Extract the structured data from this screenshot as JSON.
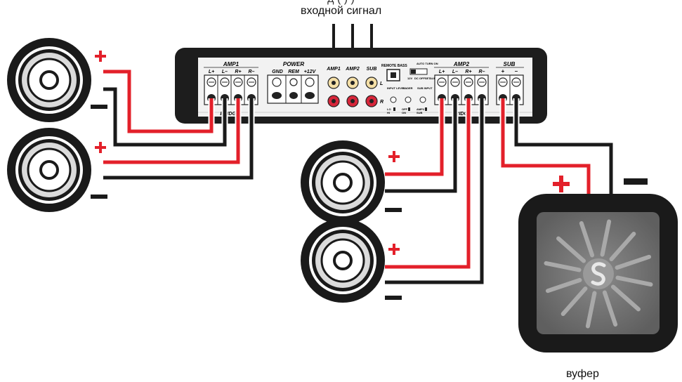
{
  "top_caption": "д                                                (             )                 )",
  "input_caption": "входной сигнал",
  "woofer_caption": "вуфер",
  "amplifier": {
    "power_title": "POWER",
    "power_terminals": [
      "GND",
      "REM",
      "+12V"
    ],
    "rca_labels": [
      "AMP1",
      "AMP2",
      "SUB"
    ],
    "rca_channels": [
      "L",
      "R"
    ],
    "remote_bass_label": "REMOTE BASS",
    "auto_turn_on_label": "AUTO TURN ON",
    "switch_options": [
      "12V",
      "DC OFFSET",
      "AUDIO"
    ],
    "input_level_label": "INPUT LEVEL",
    "fader_label": "FADER",
    "sub_input_label": "SUB INPUT",
    "lo_hi_labels": [
      "LO",
      "HI"
    ],
    "off_on_labels": [
      "OFF",
      "ON"
    ],
    "amp_sub_labels": [
      "AMP2",
      "SUB"
    ],
    "amp1": {
      "title": "AMP1",
      "terminals": [
        "L+",
        "L–",
        "R+",
        "R–"
      ],
      "bridge_label": "BRIDGE"
    },
    "amp2": {
      "title": "AMP2",
      "terminals": [
        "L+",
        "L–",
        "R+",
        "R–"
      ],
      "bridge_label": "BRIDGE"
    },
    "sub": {
      "title": "SUB",
      "terminals": [
        "+",
        "–"
      ]
    }
  },
  "polarity": {
    "plus": "+",
    "minus": "–"
  },
  "colors": {
    "positive_wire": "#e3202a",
    "negative_wire": "#1a1a1a",
    "amp_body": "#1d1d1d",
    "panel": "#f2f2f2"
  }
}
